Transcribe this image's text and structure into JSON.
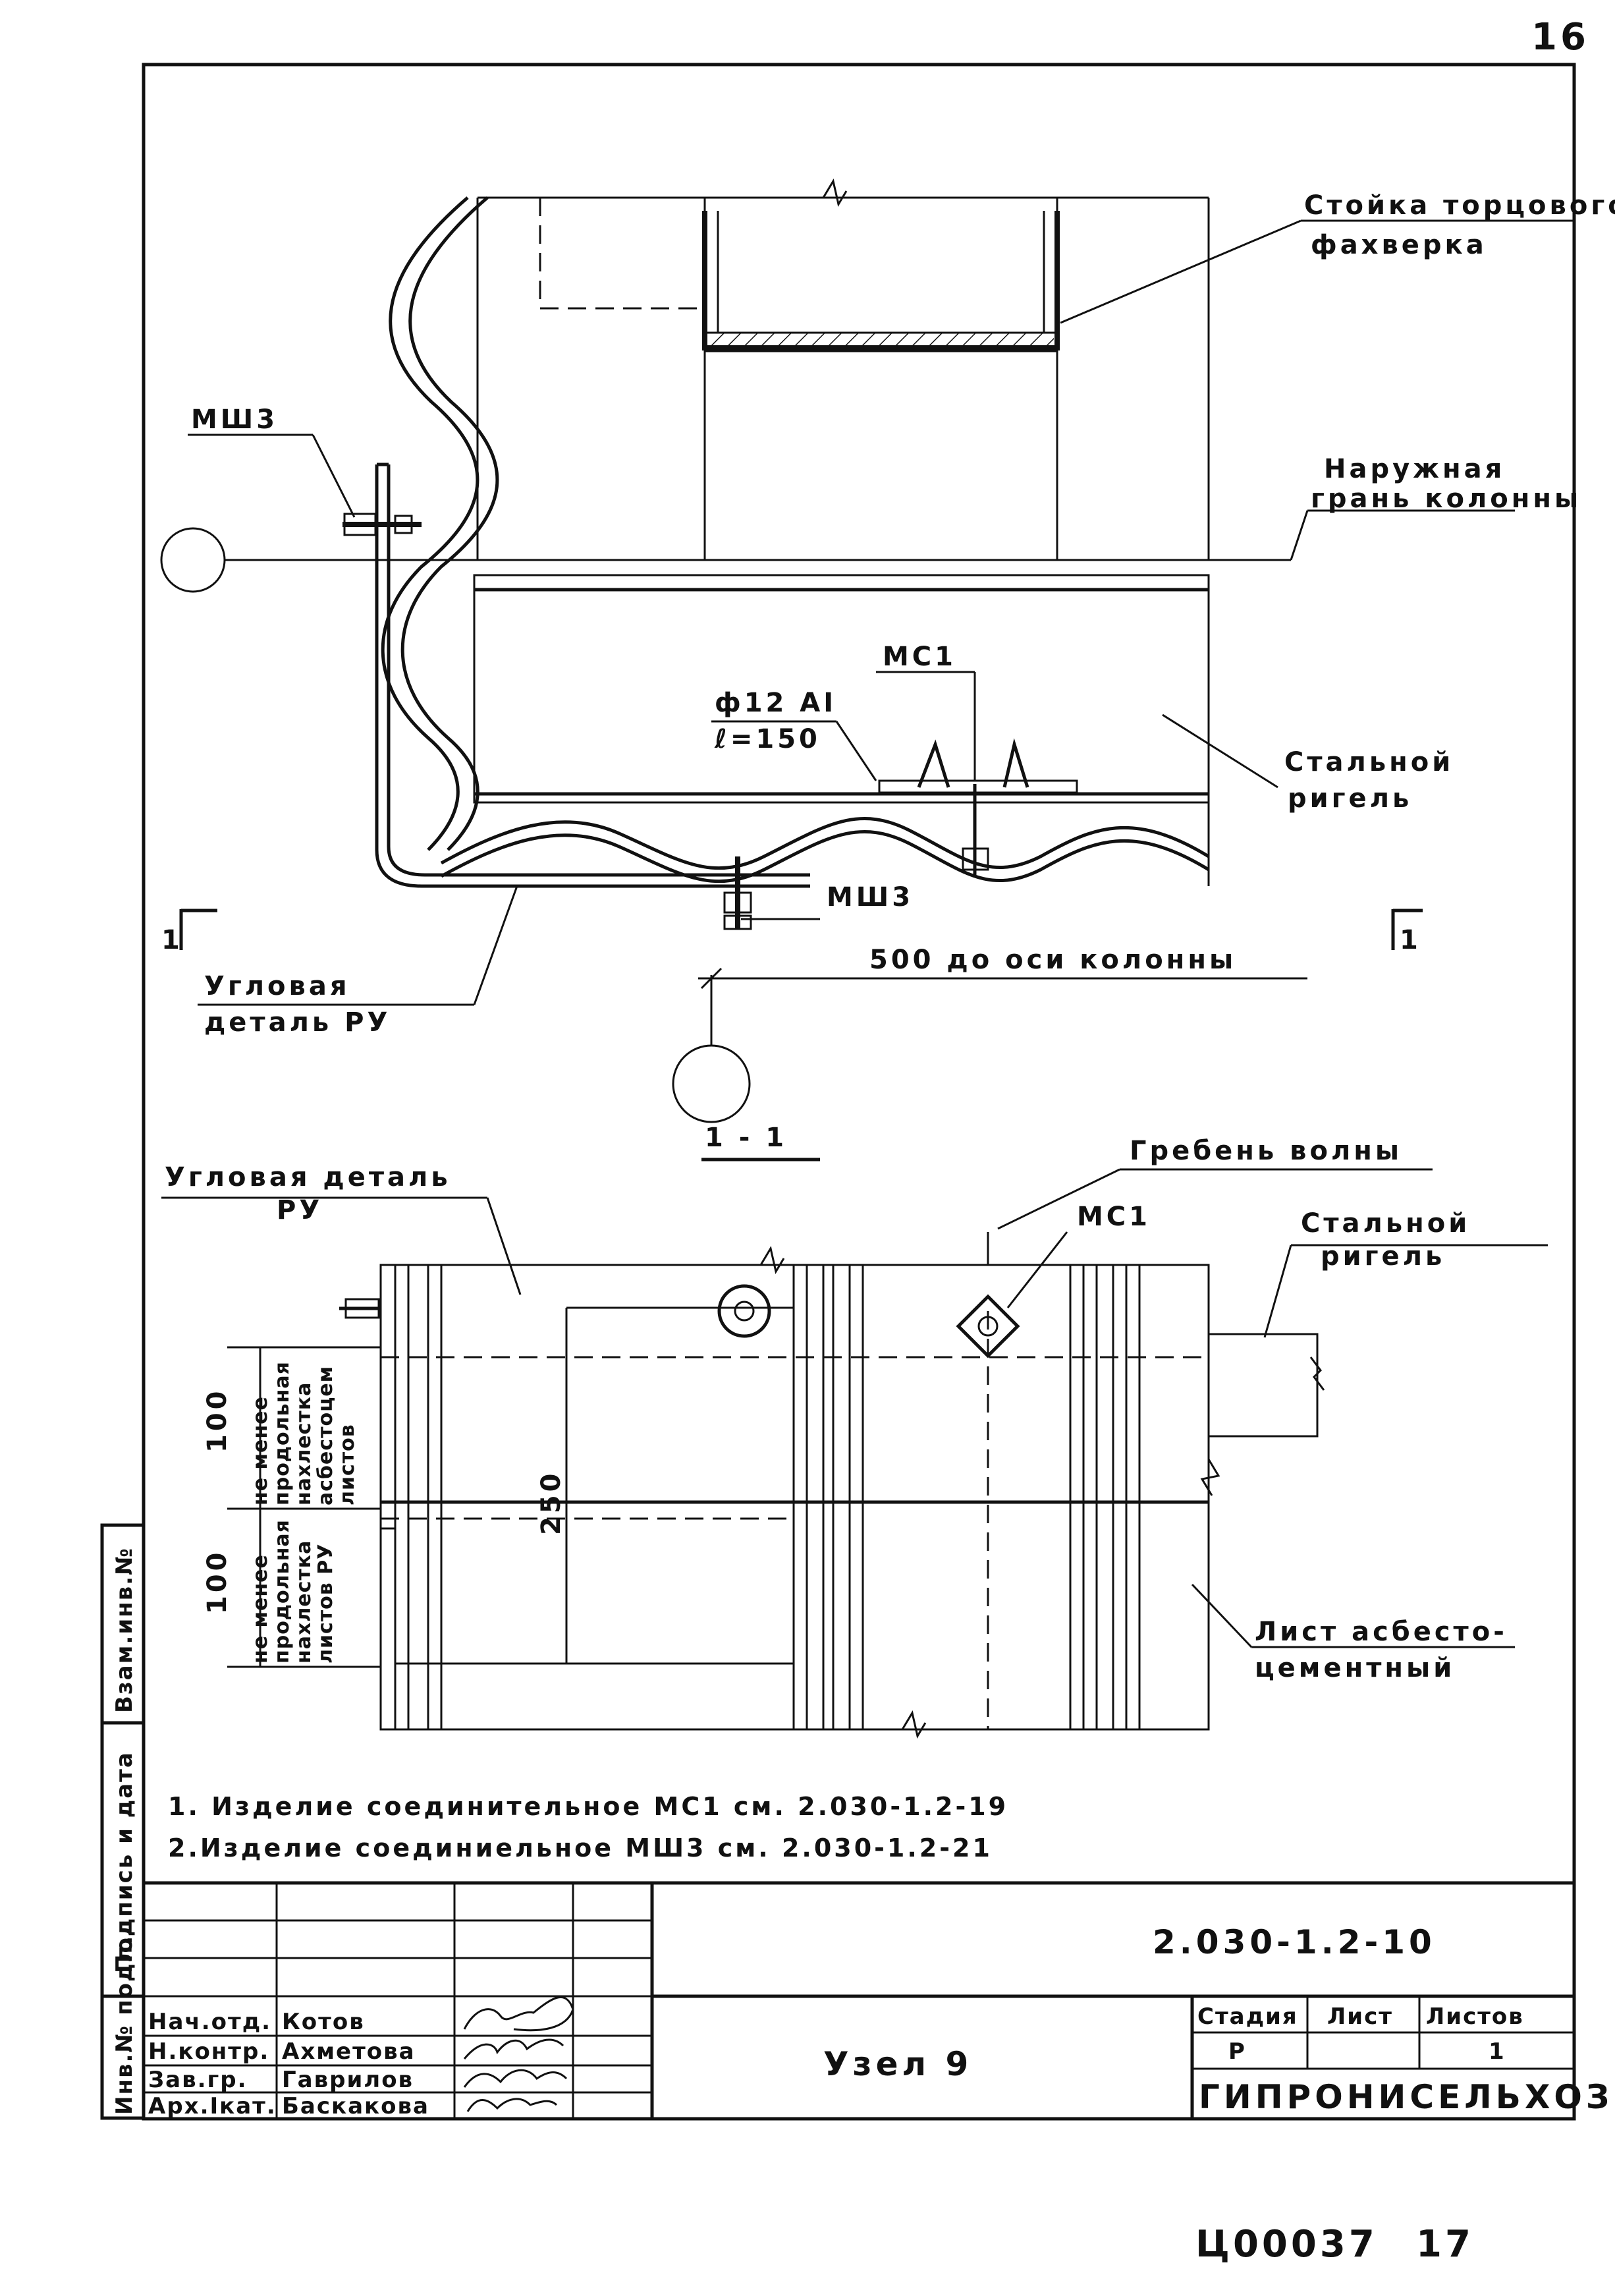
{
  "page_number": "16",
  "labels": {
    "stoyka_line1": "Стойка торцового",
    "stoyka_line2": "фахверка",
    "msh3_top": "МШ3",
    "naruzhnaya_line1": "Наружная",
    "naruzhnaya_line2": "грань колонны",
    "mc1_top": "МС1",
    "rebar_line1": "ф12 АI",
    "rebar_line2": "ℓ=150",
    "rigel_top_line1": "Стальной",
    "rigel_top_line2": "ригель",
    "msh3_bottom": "МШ3",
    "section_left": "1",
    "section_right": "1",
    "dimension_500": "500  до оси колонны",
    "uglovaya_line1": "Угловая",
    "uglovaya_line2": "деталь РУ",
    "section_title": "1 - 1",
    "uglovaya_plan_line1": "Угловая деталь",
    "uglovaya_plan_line2": "РУ",
    "greben": "Гребень волны",
    "mc1_plan": "МС1",
    "rigel_plan_line1": "Стальной",
    "rigel_plan_line2": "ригель",
    "dim_100_a": "100",
    "lap_a_line1": "не менее",
    "lap_a_line2": "продольная",
    "lap_a_line3": "нахлестка",
    "lap_a_line4": "асбестоцем",
    "lap_a_line5": "листов",
    "dim_250": "250",
    "dim_100_b": "100",
    "lap_b_line1": "не менее",
    "lap_b_line2": "продольная",
    "lap_b_line3": "нахлестка",
    "lap_b_line4": "листов РУ",
    "list_line1": "Лист асбесто-",
    "list_line2": "цементный"
  },
  "notes": [
    "1. Изделие соединительное  МС1 см. 2.030-1.2-19",
    "2.Изделие соединиельное  МШ3 см. 2.030-1.2-21"
  ],
  "title_block": {
    "designation": "2.030-1.2-10",
    "title": "Узел 9",
    "stage_header": "Стадия",
    "sheet_header": "Лист",
    "sheets_header": "Листов",
    "stage": "Р",
    "sheet": "",
    "sheets": "1",
    "organization": "ГИПРОНИСЕЛЬХОЗ",
    "roles": [
      {
        "role": "Нач.отд.",
        "name": "Котов"
      },
      {
        "role": "Н.контр.",
        "name": "Ахметова"
      },
      {
        "role": "Зав.гр.",
        "name": "Гаврилов"
      },
      {
        "role": "Арх.Iкат.",
        "name": "Баскакова"
      }
    ]
  },
  "side_stamp": {
    "inv_podl": "Инв.№ подл.",
    "podpis": "Подпись и дата",
    "vzam": "Взам.инв.№"
  },
  "footer": {
    "code": "Ц00037",
    "num": "17"
  }
}
